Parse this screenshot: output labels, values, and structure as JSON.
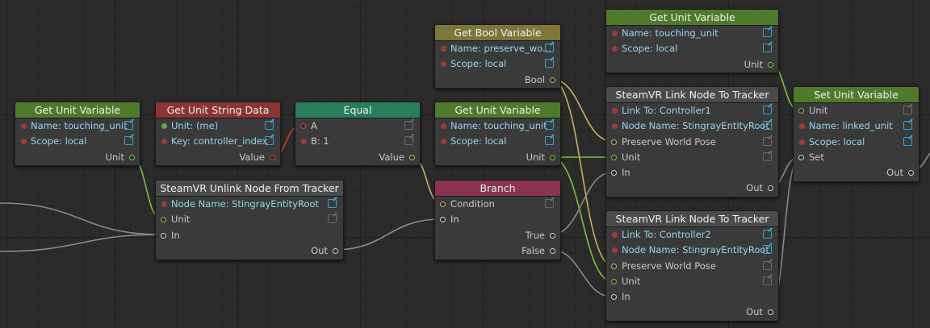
{
  "nodes": {
    "get_unit_var_1": {
      "title": "Get Unit Variable",
      "name": "Name: touching_unit",
      "scope": "Scope: local",
      "out": "Unit"
    },
    "get_unit_string": {
      "title": "Get Unit String Data",
      "unit": "Unit: (me)",
      "key": "Key: controller_index",
      "out": "Value"
    },
    "equal": {
      "title": "Equal",
      "a": "A",
      "b": "B: 1",
      "out": "Value"
    },
    "get_bool_var": {
      "title": "Get Bool Variable",
      "name": "Name: preserve_wo...",
      "scope": "Scope: local",
      "out": "Bool"
    },
    "get_unit_var_2": {
      "title": "Get Unit Variable",
      "name": "Name: touching_unit",
      "scope": "Scope: local",
      "out": "Unit"
    },
    "get_unit_var_top": {
      "title": "Get Unit Variable",
      "name": "Name: touching_unit",
      "scope": "Scope: local",
      "out": "Unit"
    },
    "unlink": {
      "title": "SteamVR Unlink Node From Tracker",
      "node_name": "Node Name: StingrayEntityRoot",
      "unit": "Unit",
      "in": "In",
      "out": "Out"
    },
    "branch": {
      "title": "Branch",
      "condition": "Condition",
      "in": "In",
      "true": "True",
      "false": "False"
    },
    "link_1": {
      "title": "SteamVR Link Node To Tracker",
      "link_to": "Link To: Controller1",
      "node_name": "Node Name: StingrayEntityRoot",
      "pose": "Preserve World Pose",
      "unit": "Unit",
      "in": "In",
      "out": "Out"
    },
    "link_2": {
      "title": "SteamVR Link Node To Tracker",
      "link_to": "Link To: Controller2",
      "node_name": "Node Name: StingrayEntityRoot",
      "pose": "Preserve World Pose",
      "unit": "Unit",
      "in": "In",
      "out": "Out"
    },
    "set_unit_var": {
      "title": "Set Unit Variable",
      "unit": "Unit",
      "name": "Name: linked_unit",
      "scope": "Scope: local",
      "set": "Set",
      "out": "Out"
    }
  },
  "colors": {
    "green_header": "#4f7a2c",
    "olive_header": "#7e7539",
    "red_header": "#8a3434",
    "teal_header": "#2a7d5a",
    "grey_header": "#4a4a4a",
    "pink_header": "#8a3450",
    "wire_green": "#7fbf3f",
    "wire_yellow": "#c8b060",
    "wire_grey": "#8a8a8a",
    "wire_red": "#c83a3a"
  }
}
